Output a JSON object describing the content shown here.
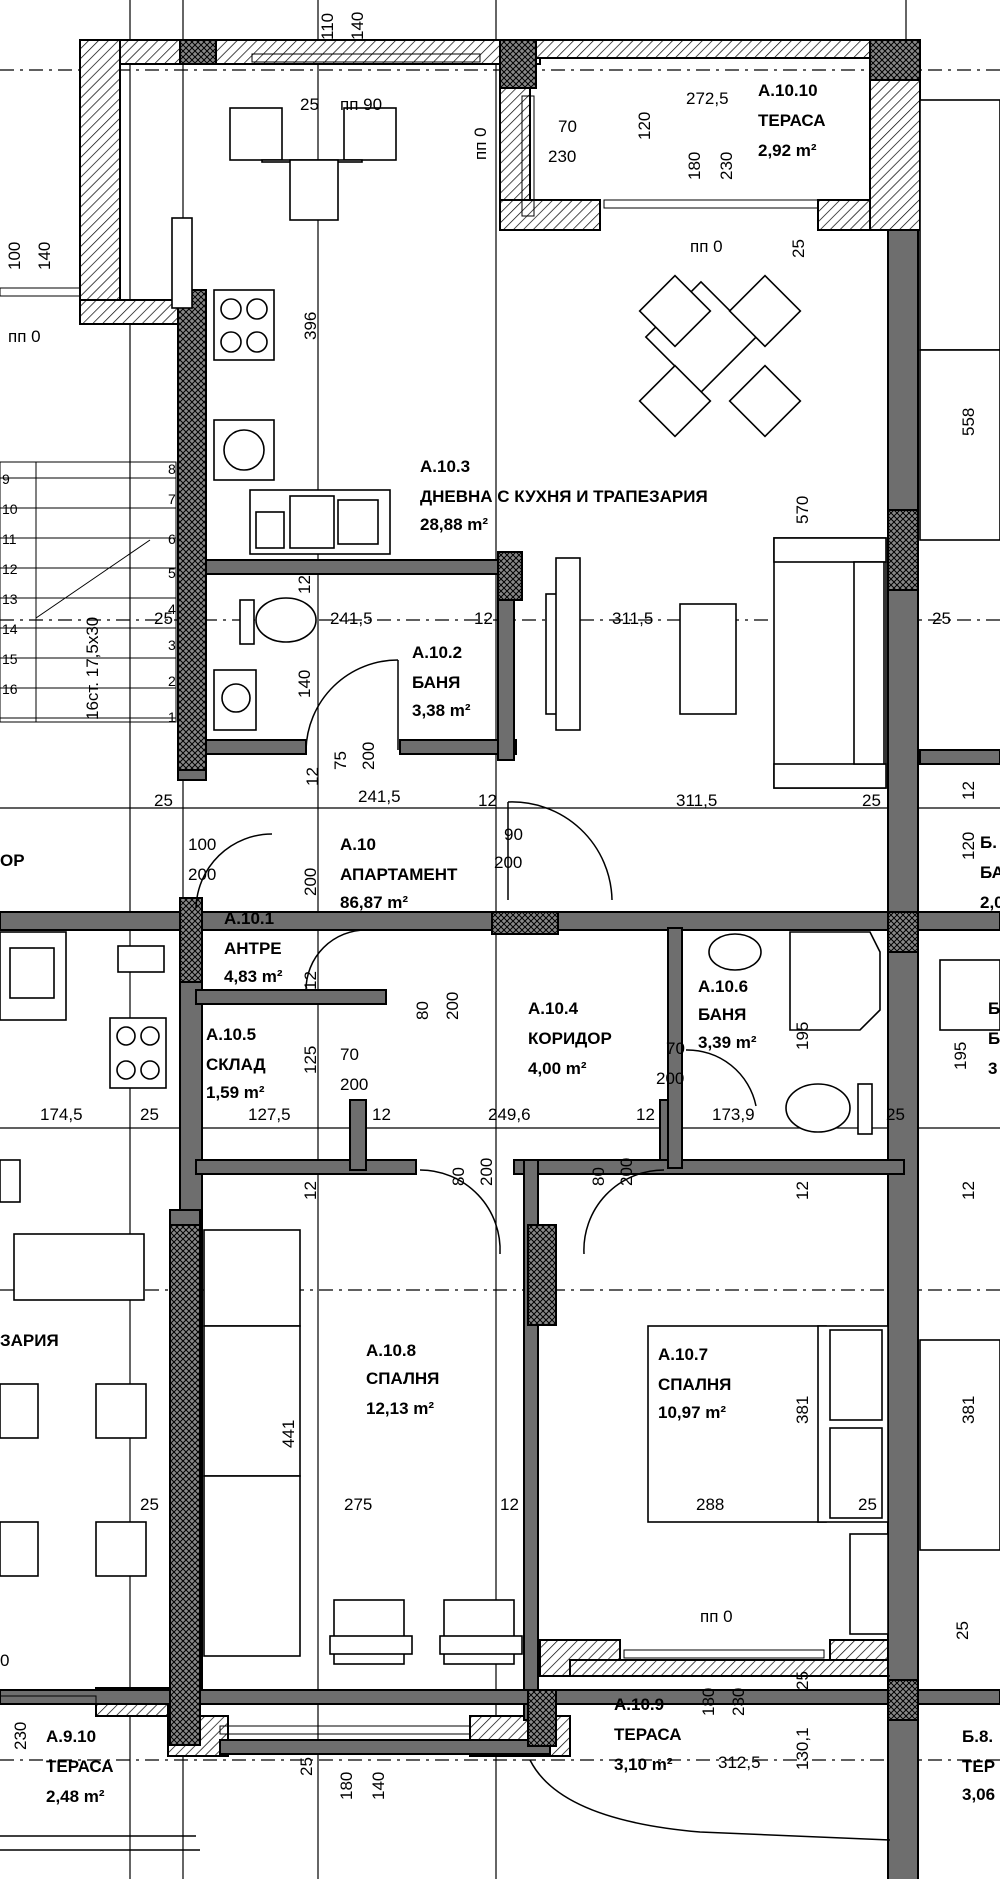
{
  "rooms": {
    "a1010": {
      "code": "A.10.10",
      "name": "ТЕРАСА",
      "area": "2,92 m²"
    },
    "a103": {
      "code": "A.10.3",
      "name": "ДНЕВНА С КУХНЯ И ТРАПЕЗАРИЯ",
      "area": "28,88 m²"
    },
    "a102": {
      "code": "A.10.2",
      "name": "БАНЯ",
      "area": "3,38 m²"
    },
    "a10": {
      "code": "A.10",
      "name": "АПАРТАМЕНТ",
      "area": "86,87 m²"
    },
    "a101": {
      "code": "A.10.1",
      "name": "АНТРЕ",
      "area": "4,83 m²"
    },
    "a105": {
      "code": "A.10.5",
      "name": "СКЛАД",
      "area": "1,59 m²"
    },
    "a104": {
      "code": "A.10.4",
      "name": "КОРИДОР",
      "area": "4,00 m²"
    },
    "a106": {
      "code": "A.10.6",
      "name": "БАНЯ",
      "area": "3,39 m²"
    },
    "a108": {
      "code": "A.10.8",
      "name": "СПАЛНЯ",
      "area": "12,13 m²"
    },
    "a107": {
      "code": "A.10.7",
      "name": "СПАЛНЯ",
      "area": "10,97 m²"
    },
    "a109": {
      "code": "A.10.9",
      "name": "ТЕРАСА",
      "area": "3,10 m²"
    },
    "a910": {
      "code": "A.9.10",
      "name": "ТЕРАСА",
      "area": "2,48 m²"
    },
    "b8": {
      "code": "Б.8.",
      "name": "ТЕР",
      "area": "3,06"
    }
  },
  "partial": {
    "left_op": "ОР",
    "left_zaria": "ЗАРИЯ",
    "stairs": "16ст. 17,5х30",
    "right_b1": "Б.",
    "right_ba": "БА",
    "right_2": "2,0",
    "right_b2": "Б",
    "right_b3": "Б",
    "right_3": "3"
  },
  "marks": {
    "pp0": "пп 0",
    "pp90": "пп 90"
  },
  "dims": {
    "d110": "110",
    "d140": "140",
    "d25": "25",
    "d90": "90",
    "d2725": "272,5",
    "d70": "70",
    "d120": "120",
    "d230": "230",
    "d180": "180",
    "d100": "100",
    "d396": "396",
    "d558": "558",
    "d570": "570",
    "d2415": "241,5",
    "d12": "12",
    "d3115": "311,5",
    "d75": "75",
    "d200": "200",
    "d80": "80",
    "d125": "125",
    "d1745": "174,5",
    "d1275": "127,5",
    "d2496": "249,6",
    "d1739": "173,9",
    "d195": "195",
    "d441": "441",
    "d381": "381",
    "d275": "275",
    "d288": "288",
    "d3125": "312,5",
    "d1301": "130,1",
    "d0": "0",
    "s1": "1",
    "s2": "2",
    "s3": "3",
    "s4": "4",
    "s5": "5",
    "s6": "6",
    "s7": "7",
    "s8": "8",
    "s9": "9",
    "s10": "10",
    "s11": "11",
    "s12": "12",
    "s13": "13",
    "s14": "14",
    "s15": "15",
    "s16": "16"
  }
}
